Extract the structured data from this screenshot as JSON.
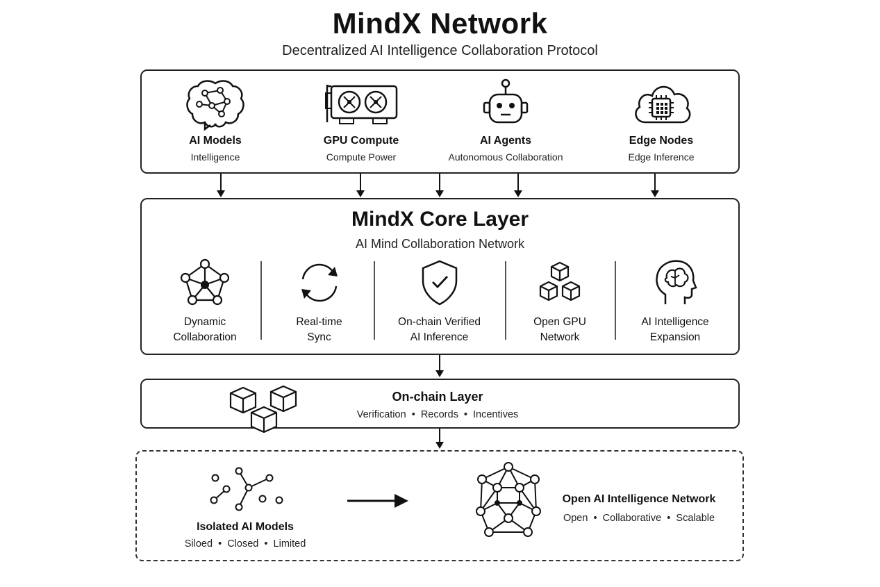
{
  "header": {
    "title": "MindX Network",
    "subtitle": "Decentralized AI Intelligence Collaboration Protocol"
  },
  "inputs": [
    {
      "label": "AI Models",
      "sub": "Intelligence",
      "icon": "brain-network-icon"
    },
    {
      "label": "GPU Compute",
      "sub": "Compute Power",
      "icon": "gpu-card-icon"
    },
    {
      "label": "AI Agents",
      "sub": "Autonomous Collaboration",
      "icon": "robot-icon"
    },
    {
      "label": "Edge Nodes",
      "sub": "Edge Inference",
      "icon": "cloud-chip-icon"
    }
  ],
  "core": {
    "title": "MindX Core Layer",
    "subtitle": "AI Mind Collaboration Network",
    "features": [
      {
        "line1": "Dynamic",
        "line2": "Collaboration",
        "icon": "pentagon-network-icon"
      },
      {
        "line1": "Real-time",
        "line2": "Sync",
        "icon": "sync-arrows-icon"
      },
      {
        "line1": "On-chain Verified",
        "line2": "AI Inference",
        "icon": "shield-check-icon"
      },
      {
        "line1": "Open GPU",
        "line2": "Network",
        "icon": "cubes-icon"
      },
      {
        "line1": "AI Intelligence",
        "line2": "Expansion",
        "icon": "head-brain-icon"
      }
    ]
  },
  "onchain": {
    "title": "On-chain Layer",
    "subtitle": "Verification  •  Records  •  Incentives",
    "icon": "blockchain-cubes-icon"
  },
  "transition": {
    "from": {
      "label": "Isolated AI Models",
      "sub": "Siloed  •  Closed  •  Limited",
      "icon": "scattered-nodes-icon"
    },
    "to": {
      "label": "Open AI Intelligence Network",
      "sub": "Open  •  Collaborative  •  Scalable",
      "icon": "mesh-network-icon"
    },
    "arrow_icon": "right-arrow-icon"
  }
}
